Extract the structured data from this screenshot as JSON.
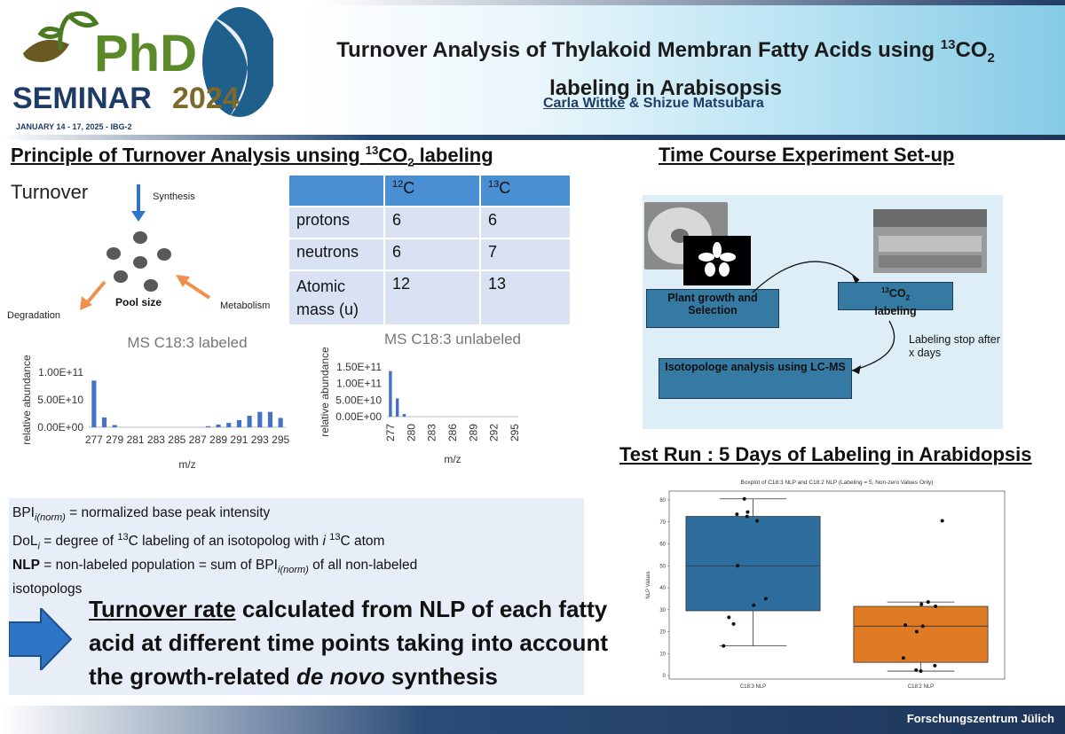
{
  "header": {
    "logo_line1": "PhD",
    "logo_line2_word": "SEMINAR",
    "logo_line2_year": "2024",
    "logo_date": "JANUARY 14 - 17, 2025 - IBG-2",
    "title_part1": "Turnover Analysis of Thylakoid Membran Fatty Acids using ",
    "title_sup": "13",
    "title_part2": "CO",
    "title_sub": "2",
    "title_line2": "labeling in Arabisopsis",
    "author1": "Carla Wittke",
    "author_rest": " & Shizue Matsubara"
  },
  "principle": {
    "title_part1": "Principle of Turnover Analysis unsing ",
    "title_sup": "13",
    "title_part2": "CO",
    "title_sub": "2",
    "title_part3": " labeling",
    "turnover": "Turnover",
    "synthesis": "Synthesis",
    "pool_size": "Pool size",
    "degradation": "Degradation",
    "metabolism": "Metabolism",
    "table": {
      "head": [
        "",
        "12",
        "C",
        "13",
        "C"
      ],
      "rows": [
        [
          "protons",
          "6",
          "6"
        ],
        [
          "neutrons",
          "6",
          "7"
        ],
        [
          "Atomic mass (u)",
          "12",
          "13"
        ]
      ]
    }
  },
  "chart_data": [
    {
      "type": "bar",
      "title": "MS C18:3 labeled",
      "xlabel": "m/z",
      "ylabel": "relative abundance",
      "x": [
        277,
        278,
        279,
        280,
        281,
        282,
        283,
        284,
        285,
        286,
        287,
        288,
        289,
        290,
        291,
        292,
        293,
        294,
        295
      ],
      "tick_labels": [
        "277",
        "279",
        "281",
        "283",
        "285",
        "287",
        "289",
        "291",
        "293",
        "295"
      ],
      "y_tick_labels": [
        "0.00E+00",
        "5.00E+10",
        "1.00E+11"
      ],
      "ylim": [
        0,
        100000000000
      ],
      "values": [
        85000000000,
        18000000000,
        4000000000,
        0,
        0,
        0,
        0,
        0,
        0,
        0,
        0,
        2000000000,
        5000000000,
        8000000000,
        13000000000,
        21000000000,
        28000000000,
        28000000000,
        17000000000
      ]
    },
    {
      "type": "bar",
      "title": "MS C18:3 unlabeled",
      "xlabel": "m/z",
      "ylabel": "relative abundance",
      "x": [
        277,
        278,
        279
      ],
      "tick_labels": [
        "277",
        "280",
        "283",
        "286",
        "289",
        "292",
        "295"
      ],
      "y_tick_labels": [
        "0.00E+00",
        "5.00E+10",
        "1.00E+11",
        "1.50E+11"
      ],
      "ylim": [
        0,
        150000000000
      ],
      "values": [
        138000000000,
        55000000000,
        8000000000
      ]
    },
    {
      "type": "boxplot",
      "title": "Boxplot of C18:3 NLP and C18:2 NLP (Labeling = 5, Non-zero Values Only)",
      "ylabel": "NLP Values",
      "ylim": [
        0,
        80
      ],
      "y_tick_labels": [
        "0",
        "10",
        "20",
        "30",
        "40",
        "50",
        "60",
        "70",
        "80"
      ],
      "categories": [
        "C18:3 NLP",
        "C18:2 NLP"
      ],
      "boxes": [
        {
          "name": "C18:3 NLP",
          "color": "#2d6e9f",
          "q1": 29.5,
          "median": 50,
          "q3": 72.5,
          "whisker_low": 13.5,
          "whisker_high": 80.5
        },
        {
          "name": "C18:2 NLP",
          "color": "#e07b25",
          "q1": 6,
          "median": 22.5,
          "q3": 31.5,
          "whisker_low": 2,
          "whisker_high": 33.5
        }
      ],
      "points": [
        [
          80.5,
          74.5,
          73.5,
          72.5,
          70.5,
          50,
          35,
          32,
          26.5,
          23.5,
          13.5
        ],
        [
          70.5,
          33.5,
          32.5,
          31.5,
          23,
          22.5,
          20,
          8,
          4.5,
          2.5,
          2
        ]
      ]
    }
  ],
  "info": {
    "line1_a": "BPI",
    "line1_sub": "i(norm)",
    "line1_b": " = normalized base peak intensity",
    "line2_a": "DoL",
    "line2_sub": "i",
    "line2_b": " = degree of ",
    "line2_sup1": "13",
    "line2_c": "C labeling of an isotopolog with ",
    "line2_i": "i",
    "line2_sup2": "13",
    "line2_d": "C atom",
    "line3_bold": "NLP",
    "line3_b": " = non-labeled population = sum of BPI",
    "line3_sub": "i(norm)",
    "line3_c": " of all non-labeled",
    "line4": "isotopologs",
    "turnover_u": "Turnover rate",
    "turnover_rest1": " calculated from NLP of each fatty acid at different time points taking into account the growth-related ",
    "turnover_italic": "de novo",
    "turnover_rest2": " synthesis"
  },
  "timecourse": {
    "title": "Time Course Experiment Set-up",
    "step1": "Plant growth and Selection",
    "step2_sup": "13",
    "step2_a": "CO",
    "step2_sub": "2",
    "step2_b": "labeling",
    "step3": "Isotopologe analysis using LC-MS",
    "stop_label": "Labeling stop after x days"
  },
  "testrun": {
    "title": "Test Run : 5 Days of Labeling in Arabidopsis"
  },
  "footer": {
    "institution": "Forschungszentrum Jülich"
  },
  "colors": {
    "bar_blue": "#4472c4",
    "table_header": "#4a8fd1",
    "table_cell": "#d9e2f3",
    "step_box": "#357aa3",
    "arrow_orange": "#f0904c",
    "arrow_blue": "#2e75c6"
  }
}
